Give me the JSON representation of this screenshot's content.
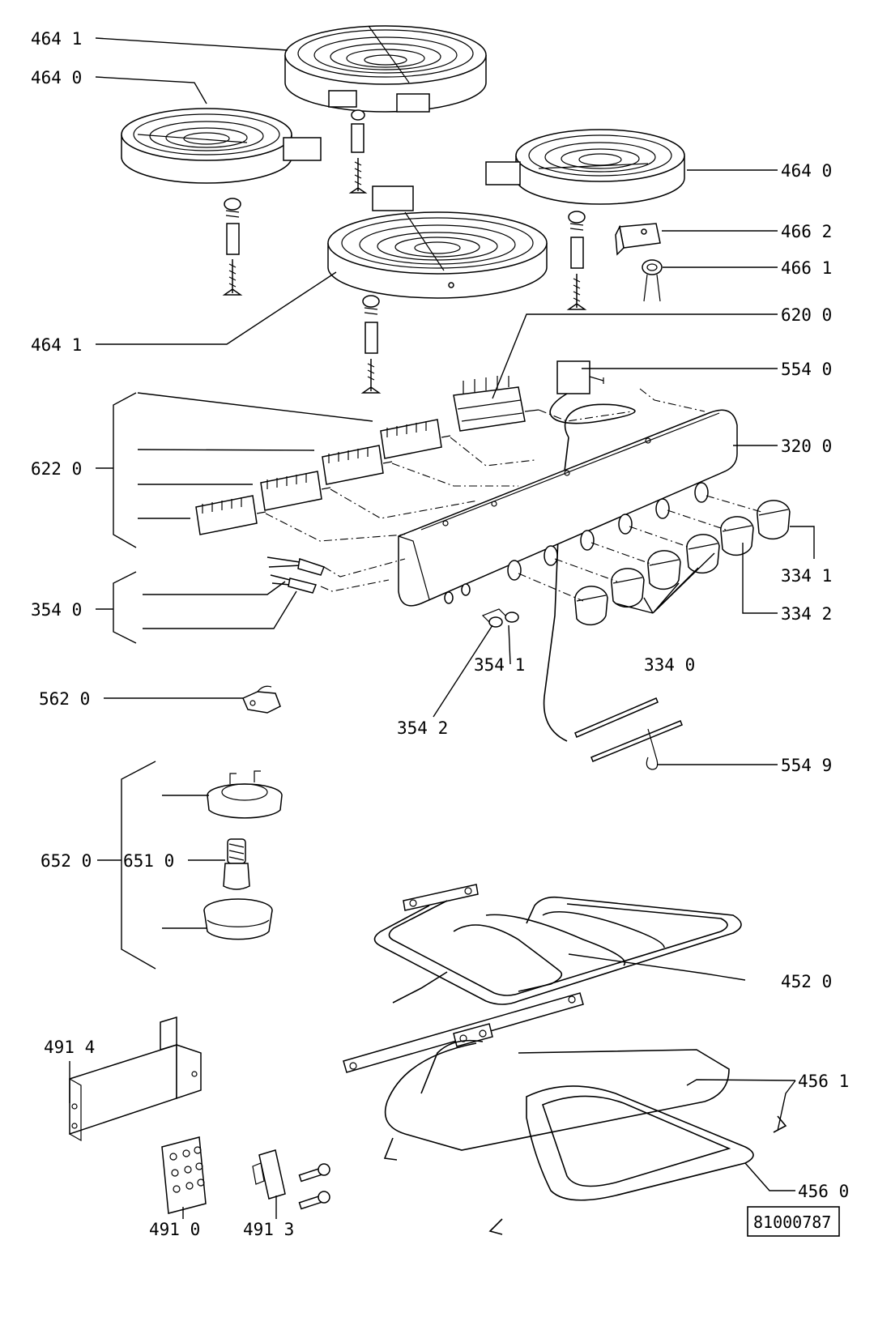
{
  "diagram": {
    "part_labels": {
      "p464_1_top": "464 1",
      "p464_0_left": "464 0",
      "p464_0_right": "464 0",
      "p466_2": "466 2",
      "p466_1": "466 1",
      "p464_1_mid": "464 1",
      "p620_0": "620 0",
      "p554_0": "554 0",
      "p320_0": "320 0",
      "p622_0": "622 0",
      "p334_1": "334 1",
      "p334_2": "334 2",
      "p354_0": "354 0",
      "p354_1": "354 1",
      "p334_0": "334 0",
      "p562_0": "562 0",
      "p354_2": "354 2",
      "p554_9": "554 9",
      "p652_0": "652 0",
      "p651_0": "651 0",
      "p452_0": "452 0",
      "p491_4": "491 4",
      "p456_1": "456 1",
      "p456_0": "456 0",
      "p491_0": "491 0",
      "p491_3": "491 3"
    },
    "document_number": "81000787"
  }
}
